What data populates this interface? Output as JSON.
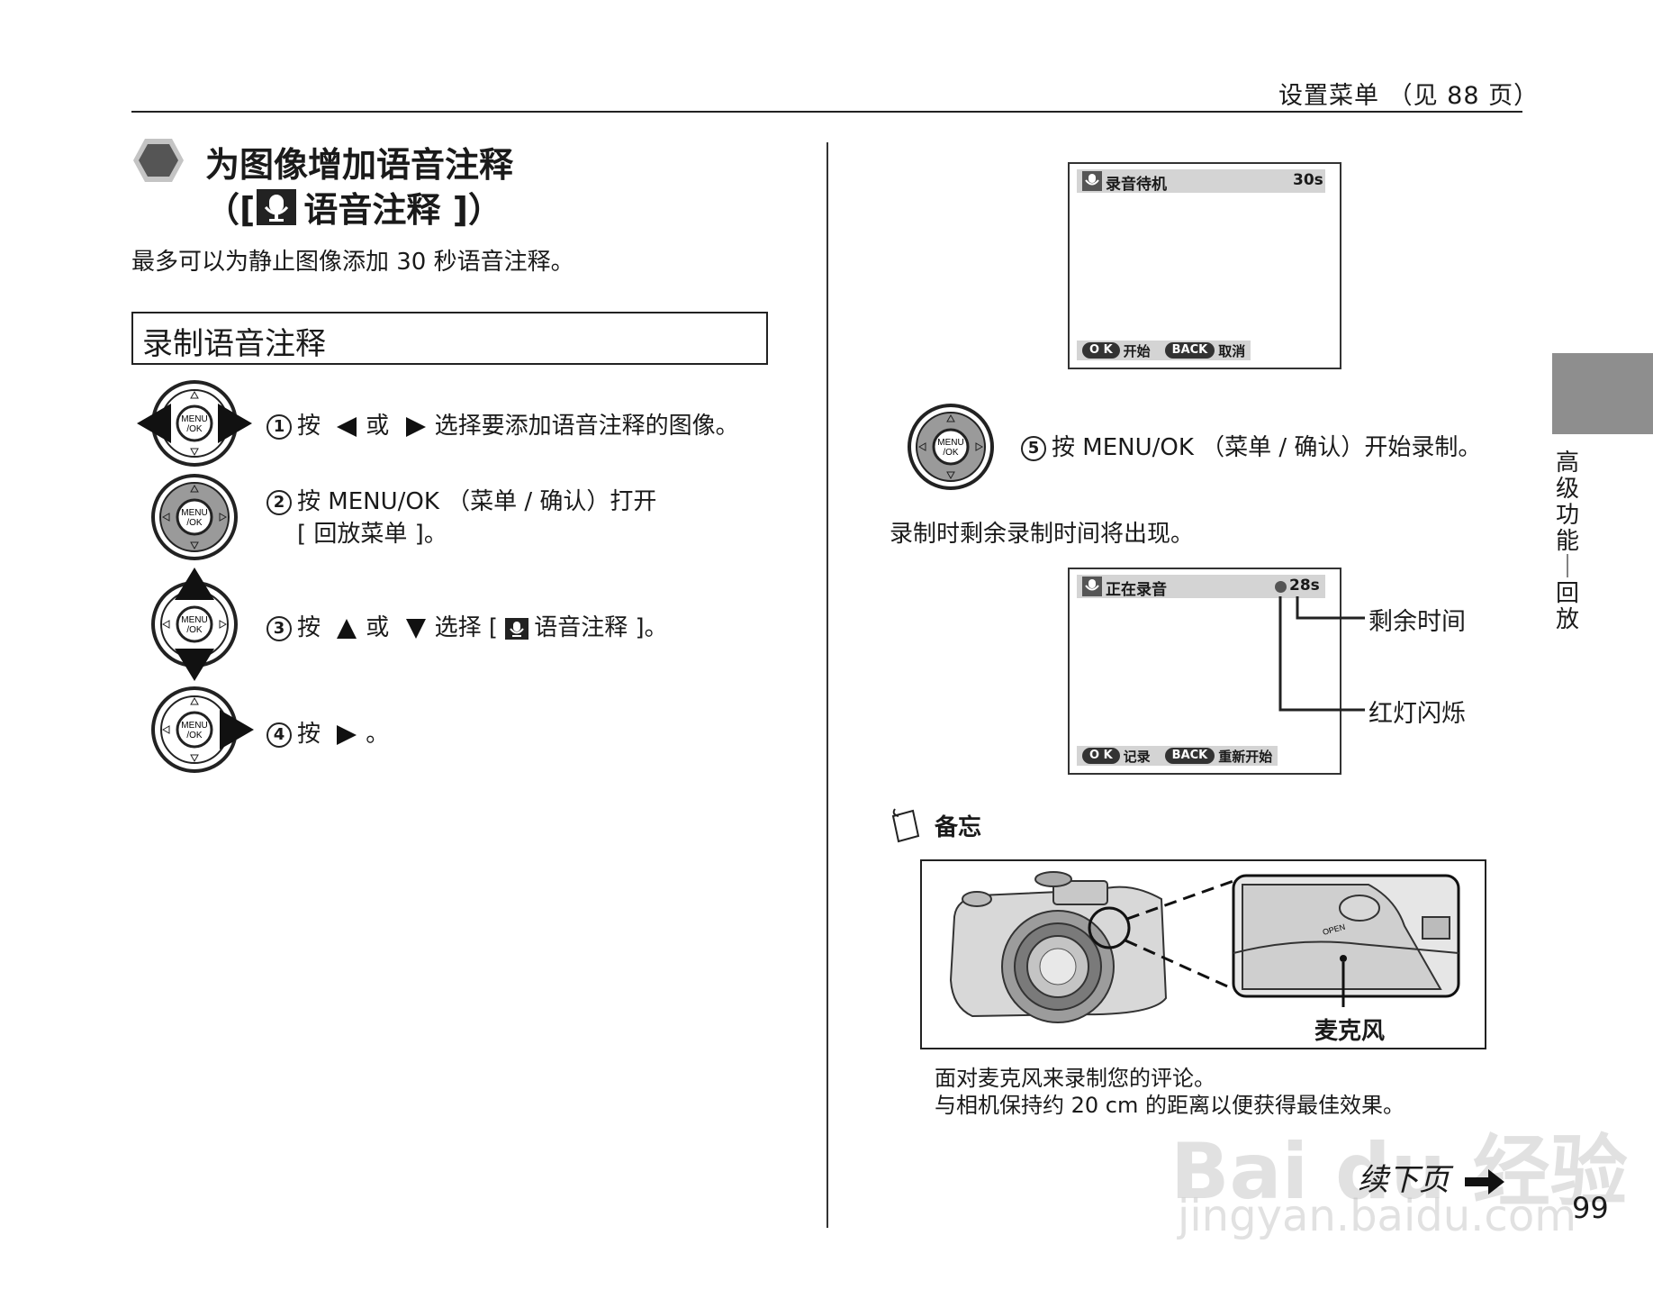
{
  "header": {
    "text": "设置菜单 （见 88 页）"
  },
  "side_tab": {
    "chars": [
      "高",
      "级",
      "功",
      "能",
      "｜",
      "回",
      "放"
    ]
  },
  "title": {
    "line1": "为图像增加语音注释",
    "line2_prefix": "（[",
    "line2_suffix": "语音注释 ]）"
  },
  "intro": "最多可以为静止图像添加 30 秒语音注释。",
  "section": {
    "title": "录制语音注释"
  },
  "dial_label": {
    "top": "MENU",
    "bottom": "/OK"
  },
  "steps": [
    {
      "num": "1",
      "pre": "按",
      "mid": "或",
      "post": "选择要添加语音注释的图像。"
    },
    {
      "num": "2",
      "line1": "按 MENU/OK （菜单 / 确认）打开",
      "line2": "[ 回放菜单 ]。"
    },
    {
      "num": "3",
      "pre": "按",
      "mid": "或",
      "post_pre": "选择 [",
      "post": "语音注释 ]。"
    },
    {
      "num": "4",
      "pre": "按",
      "post": "。"
    },
    {
      "num": "5",
      "text": "按 MENU/OK （菜单 / 确认）开始录制。"
    }
  ],
  "screen1": {
    "title": "录音待机",
    "time": "30s",
    "ok_label": "O K",
    "ok_action": "开始",
    "back_label": "BACK",
    "back_action": "取消"
  },
  "remaining_note": "录制时剩余录制时间将出现。",
  "screen2": {
    "title": "正在录音",
    "time": "28s",
    "ok_label": "O K",
    "ok_action": "记录",
    "back_label": "BACK",
    "back_action": "重新开始"
  },
  "callouts": {
    "remaining": "剩余时间",
    "red_light": "红灯闪烁"
  },
  "note": {
    "label": "备忘",
    "mic_label": "麦克风",
    "open_label": "OPEN",
    "lines": [
      "面对麦克风来录制您的评论。",
      "与相机保持约 20 cm 的距离以便获得最佳效果。"
    ]
  },
  "continue": "续下页",
  "page_number": "99",
  "watermark": {
    "brand": "Bai du 经验",
    "url": "jingyan.baidu.com"
  }
}
